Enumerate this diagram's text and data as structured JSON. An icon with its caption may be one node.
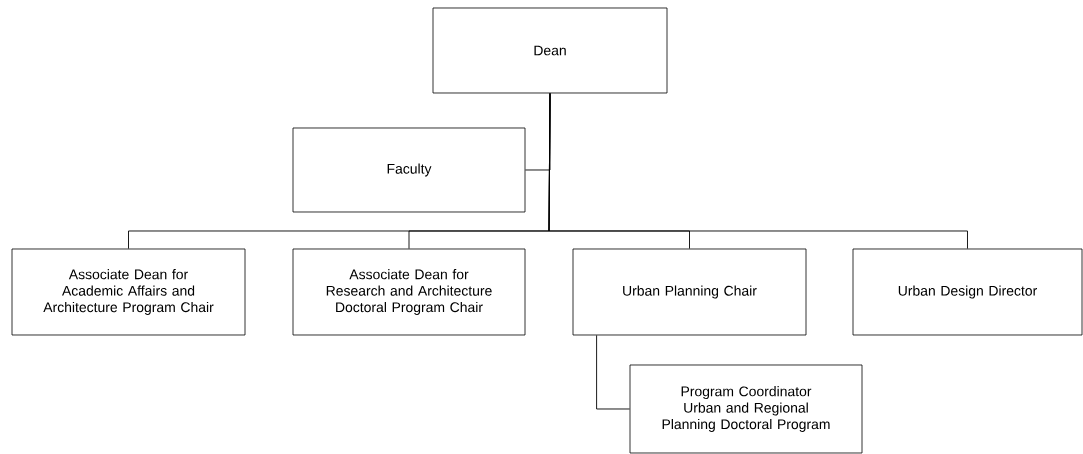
{
  "diagram": {
    "nodes": [
      {
        "text": [
          "Dean"
        ]
      },
      {
        "text": [
          "Faculty"
        ]
      },
      {
        "text": [
          "Associate Dean for Academic Affairs and Architecture Program Chair"
        ]
      },
      {
        "text": [
          "Associate Dean for Research and Architecture Doctoral Program Chair"
        ]
      },
      {
        "text": [
          "Urban Planning Chair"
        ]
      },
      {
        "text": [
          "Urban Design Director"
        ]
      },
      {
        "text": [
          "Program Coordinator Urban and Regional Planning Doctoral Program"
        ]
      }
    ],
    "edges": [
      {
        "from": 0,
        "to": 1,
        "arrow": "none"
      },
      {
        "from": 0,
        "to": 2,
        "arrow": "none"
      },
      {
        "from": 0,
        "to": 3,
        "arrow": "none"
      },
      {
        "from": 0,
        "to": 4,
        "arrow": "none"
      },
      {
        "from": 0,
        "to": 5,
        "arrow": "none"
      },
      {
        "from": 4,
        "to": 6,
        "arrow": "none"
      }
    ]
  }
}
